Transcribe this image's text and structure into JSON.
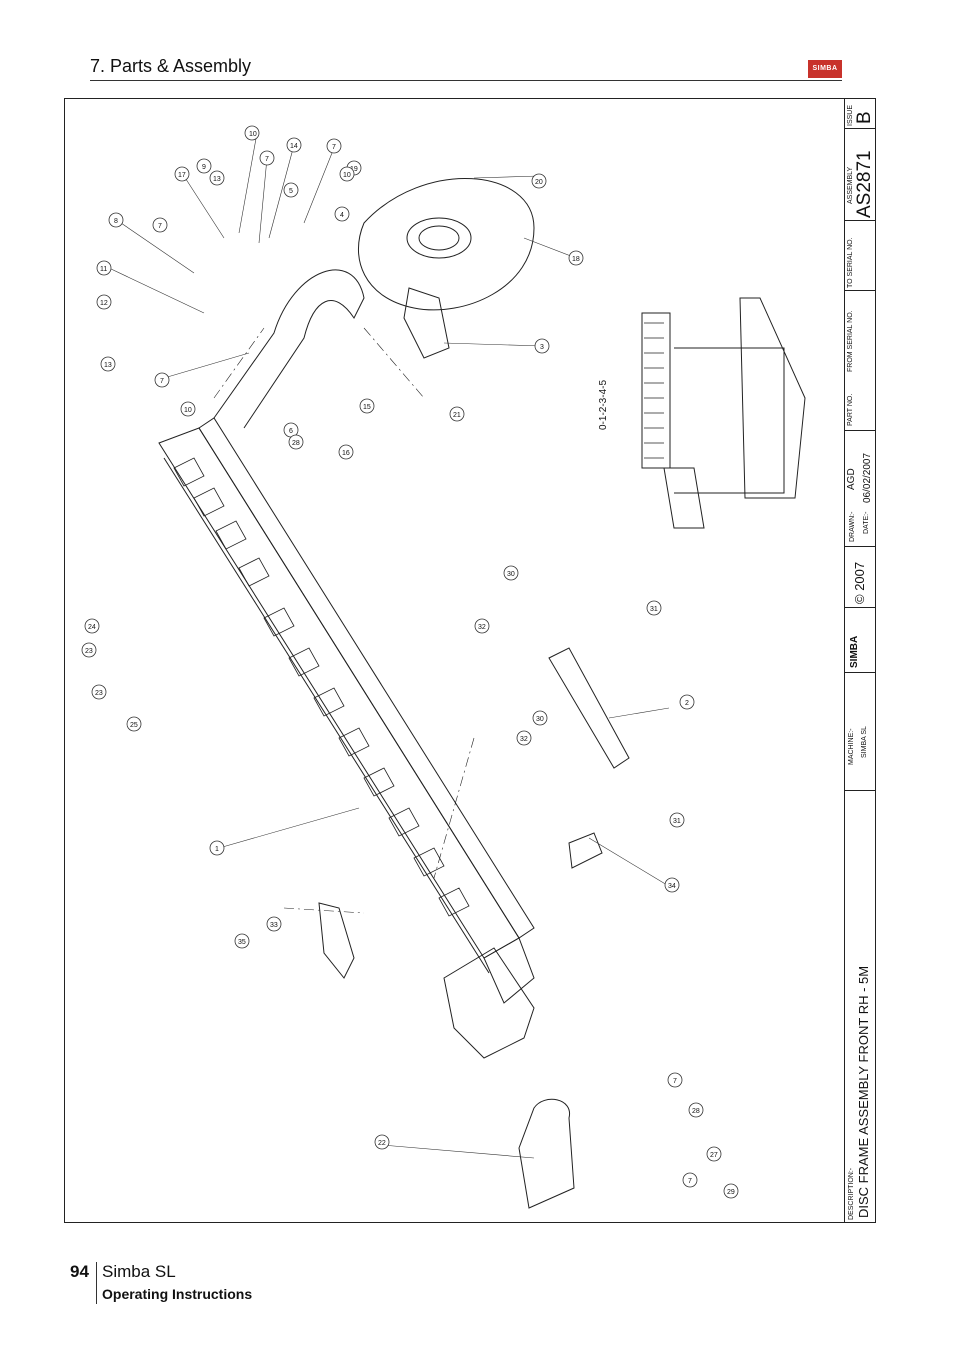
{
  "header": {
    "section_title": "7. Parts & Assembly",
    "logo_text": "SIMBA"
  },
  "title_block": {
    "issue_label": "ISSUE",
    "issue_value": "B",
    "assembly_label": "ASSEMBLY",
    "assembly_value": "AS2871",
    "to_serial_label": "TO SERIAL NO.",
    "from_serial_label": "FROM SERIAL NO.",
    "part_no_label": "PART NO.",
    "drawn_label": "DRAWN:-",
    "drawn_value": "AGD",
    "date_label": "DATE:-",
    "date_value": "06/02/2007",
    "copyright": "© 2007",
    "logo_text": "SIMBA",
    "machine_label": "MACHINE:-",
    "machine_value": "SIMBA SL",
    "description_label": "DESCRIPTION:-",
    "description_value": "DISC FRAME ASSEMBLY FRONT RH - 5M"
  },
  "drawing": {
    "scale_text": "0-1-2-3-4-5",
    "callouts": [
      "10",
      "7",
      "14",
      "7",
      "9",
      "13",
      "17",
      "5",
      "19",
      "10",
      "4",
      "20",
      "8",
      "7",
      "18",
      "11",
      "12",
      "3",
      "13",
      "7",
      "21",
      "10",
      "15",
      "6",
      "28",
      "16",
      "30",
      "31",
      "24",
      "32",
      "23",
      "23",
      "2",
      "30",
      "25",
      "32",
      "31",
      "1",
      "34",
      "33",
      "35",
      "7",
      "28",
      "22",
      "27",
      "7",
      "29"
    ]
  },
  "footer": {
    "page_number": "94",
    "model": "Simba SL",
    "subtitle": "Operating Instructions"
  }
}
